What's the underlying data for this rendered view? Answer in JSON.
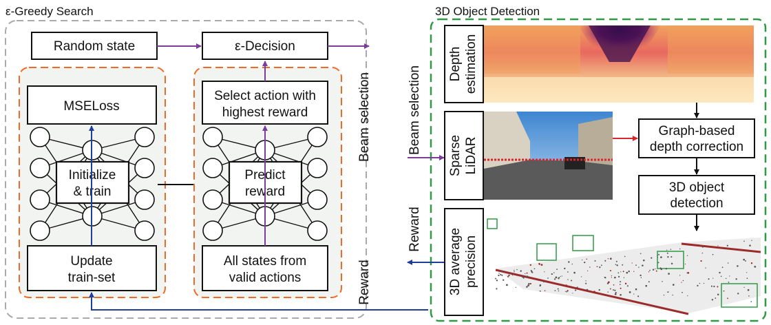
{
  "left_panel": {
    "title": "ε-Greedy Search",
    "random_state": "Random state",
    "e_decision": "ε-Decision",
    "mseloss": "MSELoss",
    "initialize_train": [
      "Initialize",
      "& train"
    ],
    "update_trainset": [
      "Update",
      "train-set"
    ],
    "select_action": [
      "Select action with",
      "highest reward"
    ],
    "predict_reward": [
      "Predict",
      "reward"
    ],
    "all_states": [
      "All states from",
      "valid actions"
    ],
    "beam_selection_label": "Beam selection",
    "reward_label": "Reward"
  },
  "right_panel": {
    "title": "3D Object Detection",
    "depth_estimation": [
      "Depth",
      "estimation"
    ],
    "sparse_lidar": [
      "Sparse",
      "LiDAR"
    ],
    "avg_precision": [
      "3D average",
      "precision"
    ],
    "graph_depth": [
      "Graph-based",
      "depth correction"
    ],
    "object_detection": [
      "3D object",
      "detection"
    ],
    "beam_selection_input": "Beam selection",
    "reward_output": "Reward"
  },
  "colors": {
    "orange": "#ee6a26",
    "purple": "#7a3b9a",
    "blue": "#1f3d99",
    "green": "#2e9a45",
    "red": "#d9262b",
    "gray": "#a9a9a9"
  }
}
